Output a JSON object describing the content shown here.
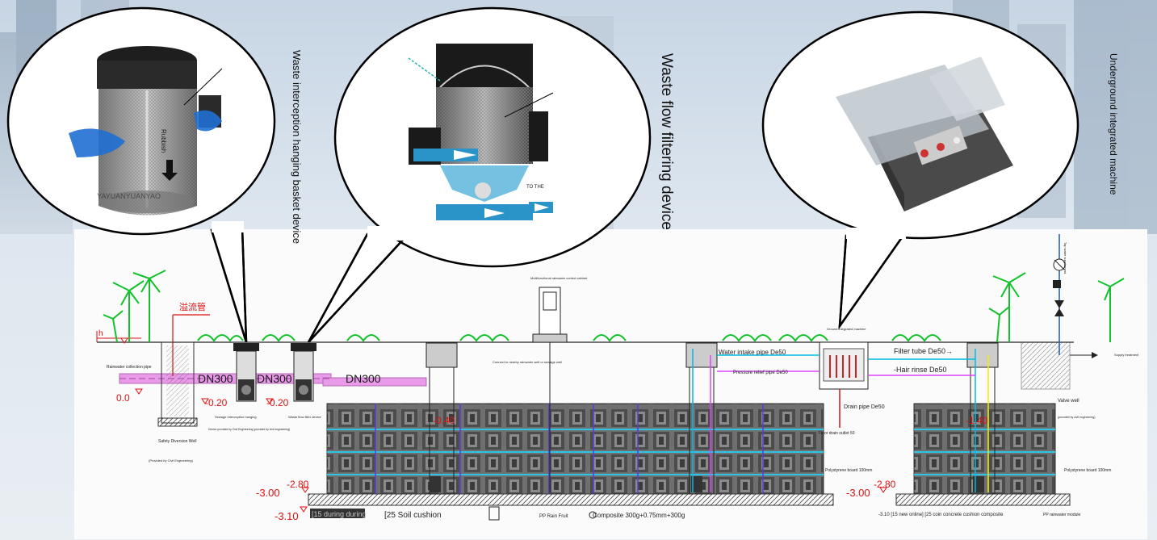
{
  "callout_labels": {
    "basket": "Waste interception hanging basket device",
    "flow": "Waste flow filtering device",
    "machine": "Underground integrated machine"
  },
  "inset_text": {
    "rubbish": "Rubbish",
    "watermark": "YAYUANYUANYAO",
    "to_the": "TO THE"
  },
  "diagram": {
    "level_h": "h",
    "chinese_pipe": "溢流管",
    "rainwater_pipe": "Rainwater collection pipe",
    "dn1": "DN300",
    "dn2": "DN300",
    "dn3": "DN300",
    "elev_00": "0.0",
    "elev_020a": "-0.20",
    "elev_020b": "-0.20",
    "elev_040a": "-0.40",
    "elev_040b": "-1.40",
    "elev_300a": "-3.00",
    "elev_280a": "-2.80",
    "elev_310a": "-3.10",
    "elev_300b": "-3.00",
    "elev_280b": "-2.80",
    "safety_well": "Safety Diversion Well",
    "civil1": "(Provided by Civil Engineering)",
    "sewage_basket": "Sewage interception hanging",
    "waste_flow_small": "Waste flow filter device",
    "civil2": "Device provided by Civil Engineering (provided by civil engineering)",
    "control_cabinet": "Multifunctional rainwater control cabinet",
    "connect_well": "Connect to nearby rainwater well or sewage well",
    "water_intake": "Water intake pipe De50",
    "pressure_relief": "Pressure relief pipe De50",
    "filter_tube": "Filter tube De50→",
    "hair_rinse": "-Hair rinse De50",
    "drain_pipe": "Drain pipe De50",
    "floor_drain": "Floor drain outlet 50",
    "polystyrene1": "Polystyrene board 100mm",
    "polystyrene2": "Polystyrene board 100mm",
    "machine_top": "Ground integrated machine",
    "valve_well": "Valve well",
    "civil3": "(provided by civil engineering)",
    "supply_treatment": "Supply treatment",
    "tap_water": "Tap water supplement",
    "soil_cushion_a": "[25 Soil cushion",
    "highlight_a": "[15 during during",
    "pp_rain": "PP Rain Fruit",
    "composite_a": "Composite 300g+0.75mm+300g",
    "bottom_right": "-3.10 [15 new online] [25 coin concrete cushion composite",
    "pp_module": "PP rainwater module"
  }
}
